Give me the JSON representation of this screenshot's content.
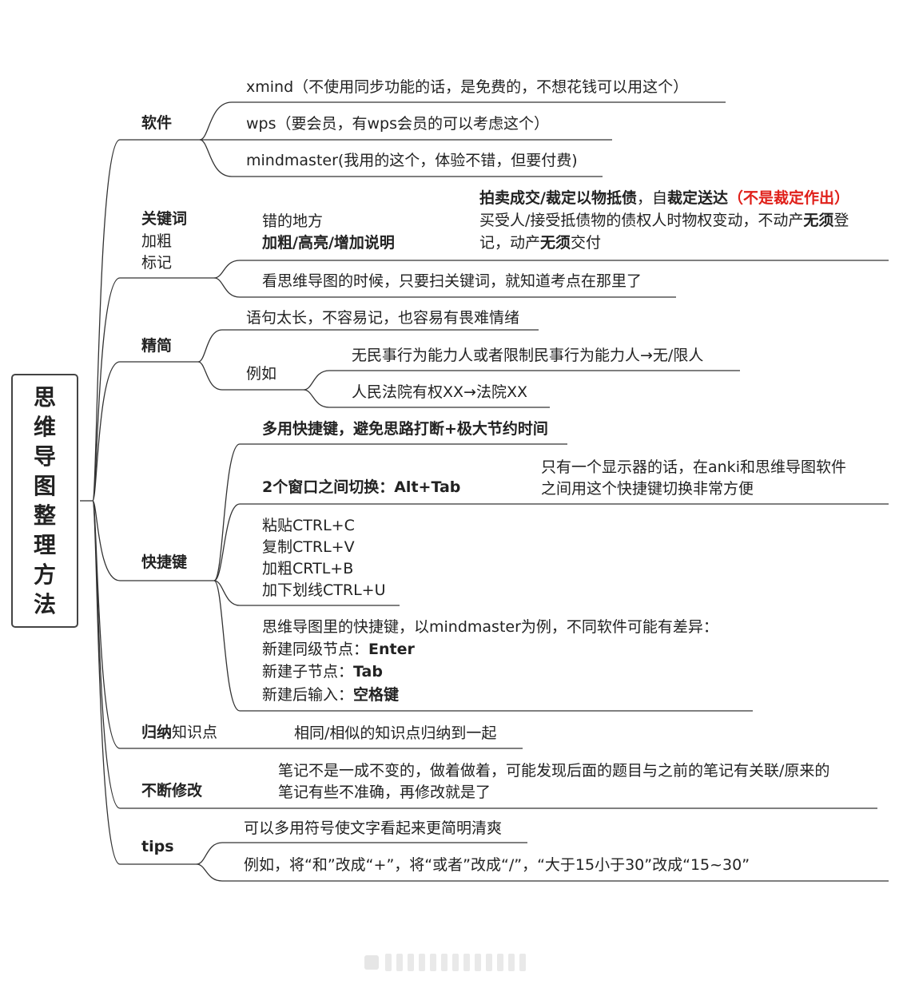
{
  "title": [
    "思",
    "维",
    "导",
    "图",
    "整",
    "理",
    "方",
    "法"
  ],
  "branches": {
    "software": {
      "label": "软件",
      "items": [
        "xmind（不使用同步功能的话，是免费的，不想花钱可以用这个）",
        "wps（要会员，有wps会员的可以考虑这个）",
        "mindmaster(我用的这个，体验不错，但要付费)"
      ]
    },
    "keywords": {
      "label_bold": "关键词",
      "label_2": "加粗",
      "label_3": "标记",
      "sub_1": "错的地方",
      "sub_2": "加粗/高亮/增加说明",
      "ex_1a": "拍卖成交/裁定以物抵债",
      "ex_1b": "，自",
      "ex_1c": "裁定送达",
      "ex_1d": "（不是裁定作出）",
      "ex_2a": "买受人/接受抵债物的债权人时物权变动，不动产",
      "ex_2b": "无须",
      "ex_2c": "登",
      "ex_3a": "记，动产",
      "ex_3b": "无须",
      "ex_3c": "交付",
      "scan": "看思维导图的时候，只要扫关键词，就知道考点在那里了"
    },
    "concise": {
      "label": "精简",
      "item_1": "语句太长，不容易记，也容易有畏难情绪",
      "example_label": "例如",
      "ex_1": "无民事行为能力人或者限制民事行为能力人→无/限人",
      "ex_2": "人民法院有权XX→法院XX"
    },
    "shortcuts": {
      "label": "快捷键",
      "item_1": "多用快捷键，避免思路打断+极大节约时间",
      "item_2": "2个窗口之间切换：Alt+Tab",
      "item_2_note_1": "只有一个显示器的话，在anki和思维导图软件",
      "item_2_note_2": "之间用这个快捷键切换非常方便",
      "keys": [
        "粘贴CTRL+C",
        "复制CTRL+V",
        "加粗CRTL+B",
        "加下划线CTRL+U"
      ],
      "mm_intro": "思维导图里的快捷键，以mindmaster为例，不同软件可能有差异：",
      "mm_1_label": "新建同级节点：",
      "mm_1_key": "Enter",
      "mm_2_label": "新建子节点：",
      "mm_2_key": "Tab",
      "mm_3_label": "新建后输入：",
      "mm_3_key": "空格键"
    },
    "summarize": {
      "label_bold": "归纳",
      "label_rest": "知识点",
      "item": "相同/相似的知识点归纳到一起"
    },
    "revise": {
      "label": "不断修改",
      "line_1": "笔记不是一成不变的，做着做着，可能发现后面的题目与之前的笔记有关联/原来的",
      "line_2": "笔记有些不准确，再修改就是了"
    },
    "tips": {
      "label": "tips",
      "item_1": "可以多用符号使文字看起来更简明清爽",
      "item_2": "例如，将“和”改成“+”，将“或者”改成“/”，“大于15小于30”改成“15~30”"
    }
  }
}
